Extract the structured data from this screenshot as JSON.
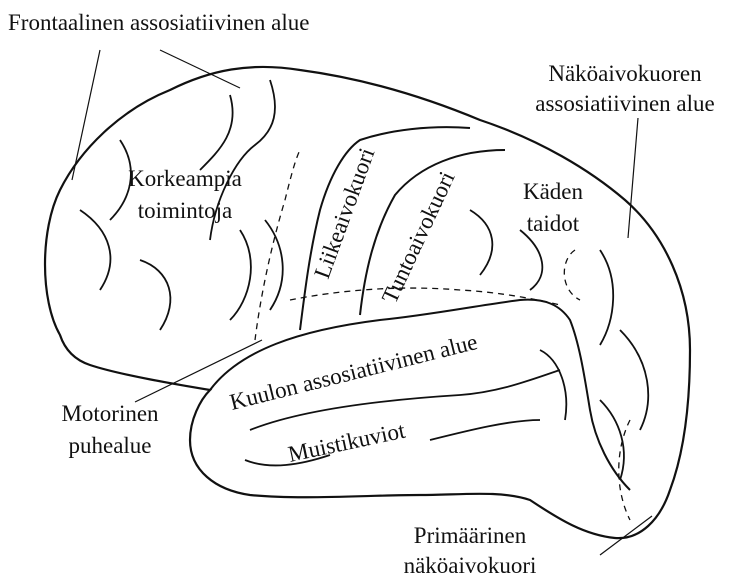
{
  "labels": {
    "frontal_assoc": "Frontaalinen assosiatiivinen alue",
    "visual_assoc_1": "Näköaivokuoren",
    "visual_assoc_2": "assosiatiivinen alue",
    "higher_1": "Korkeampia",
    "higher_2": "toimintoja",
    "motor_cortex": "Liikeaivokuori",
    "sensory_cortex": "Tuntoaivokuori",
    "hand_1": "Käden",
    "hand_2": "taidot",
    "auditory_assoc": "Kuulon assosiatiivinen alue",
    "motor_speech_1": "Motorinen",
    "motor_speech_2": "puhealue",
    "memory": "Muistikuviot",
    "primary_visual_1": "Primäärinen",
    "primary_visual_2": "näköaivokuori"
  },
  "colors": {
    "ink": "#111111",
    "background": "#ffffff"
  }
}
